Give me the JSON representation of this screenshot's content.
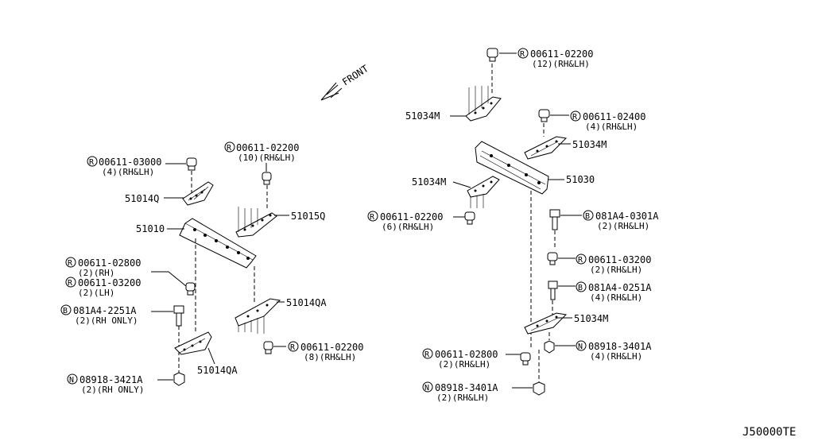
{
  "front_label": "FRONT",
  "diagram_id": "J50000TE",
  "left": {
    "c1_code": "00611-03000",
    "c1_qty": "(4)(RH&LH)",
    "c2_code": "00611-02200",
    "c2_qty": "(10)(RH&LH)",
    "c3_code": "00611-02800",
    "c3_qty": "(2)(RH)",
    "c4_code": "00611-03200",
    "c4_qty": "(2)(LH)",
    "b1_code": "081A4-2251A",
    "b1_qty": "(2)(RH ONLY)",
    "c5_code": "00611-02200",
    "c5_qty": "(8)(RH&LH)",
    "n1_code": "08918-3421A",
    "n1_qty": "(2)(RH ONLY)",
    "p1": "51014Q",
    "p2": "51010",
    "p3": "51015Q",
    "p4": "51014QA",
    "p5": "51014QA"
  },
  "right": {
    "c1_code": "00611-02200",
    "c1_qty": "(12)(RH&LH)",
    "c2_code": "00611-02400",
    "c2_qty": "(4)(RH&LH)",
    "c3_code": "00611-02200",
    "c3_qty": "(6)(RH&LH)",
    "b1_code": "081A4-0301A",
    "b1_qty": "(2)(RH&LH)",
    "c4_code": "00611-03200",
    "c4_qty": "(2)(RH&LH)",
    "b2_code": "081A4-0251A",
    "b2_qty": "(4)(RH&LH)",
    "n1_code": "08918-3401A",
    "n1_qty": "(4)(RH&LH)",
    "c5_code": "00611-02800",
    "c5_qty": "(2)(RH&LH)",
    "n2_code": "08918-3401A",
    "n2_qty": "(2)(RH&LH)",
    "p1": "51034M",
    "p2": "51034M",
    "p3": "51034M",
    "p4": "51030",
    "p5": "51034M"
  },
  "marks": {
    "clip": "R",
    "bolt": "B",
    "nut": "N"
  }
}
